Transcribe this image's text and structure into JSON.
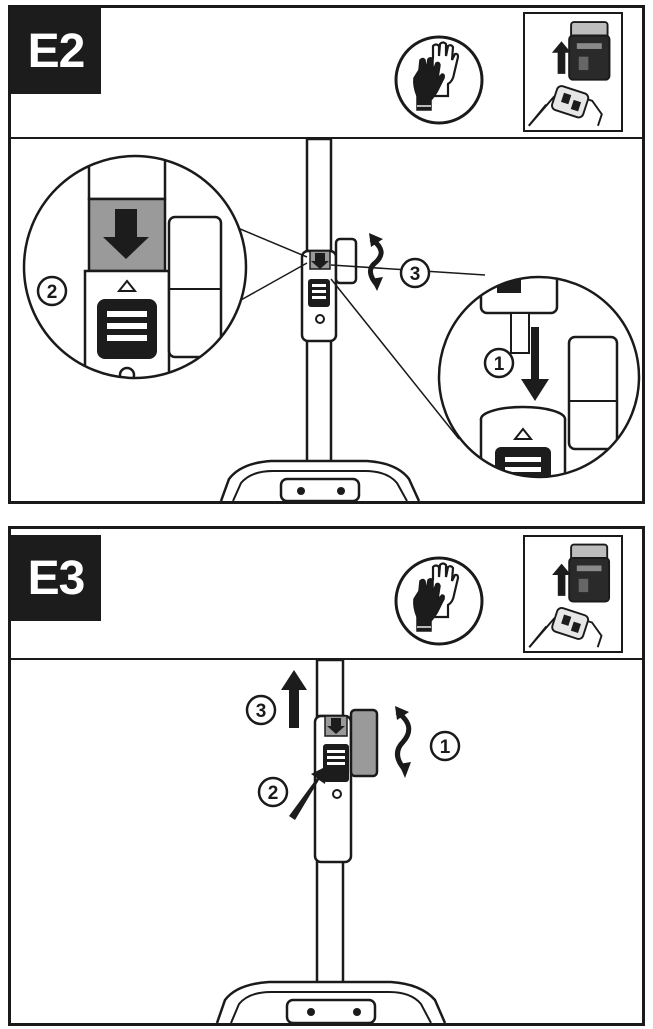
{
  "panels": [
    {
      "id": "E2",
      "label": "E2",
      "callouts": [
        "1",
        "2",
        "3"
      ]
    },
    {
      "id": "E3",
      "label": "E3",
      "callouts": [
        "1",
        "2",
        "3"
      ]
    }
  ],
  "icons": {
    "gloves": "gloves-icon",
    "battery_removed": "battery-removed-icon"
  },
  "colors": {
    "ink": "#1a1a1a",
    "label_bg": "#1c1c1c",
    "part_fill": "#9a9a9a"
  }
}
